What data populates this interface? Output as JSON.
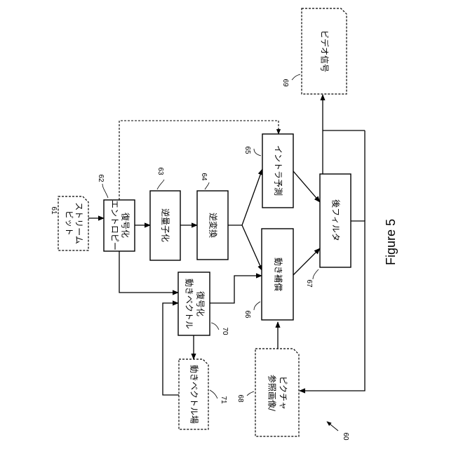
{
  "caption": "Figure 5",
  "figure_ref": "60",
  "blocks": {
    "bitstream": {
      "ref": "61",
      "line1": "ビット",
      "line2": "ストリーム"
    },
    "entropy": {
      "ref": "62",
      "line1": "エントロピー",
      "line2": "復号化"
    },
    "inv_quant": {
      "ref": "63",
      "label": "逆量子化"
    },
    "inv_transform": {
      "ref": "64",
      "label": "逆変換"
    },
    "intra": {
      "ref": "65",
      "label": "イントラ予測"
    },
    "motion_comp": {
      "ref": "66",
      "label": "動き補償"
    },
    "post_filter": {
      "ref": "67",
      "label": "後フィルタ"
    },
    "ref_picture": {
      "ref": "68",
      "line1": "参照画像/",
      "line2": "ピクチャ"
    },
    "video_signal": {
      "ref": "69",
      "label": "ビデオ信号"
    },
    "mv_decode": {
      "ref": "70",
      "line1": "動きベクトル",
      "line2": "復号化"
    },
    "mv_field": {
      "ref": "71",
      "label": "動きベクトル場"
    }
  }
}
